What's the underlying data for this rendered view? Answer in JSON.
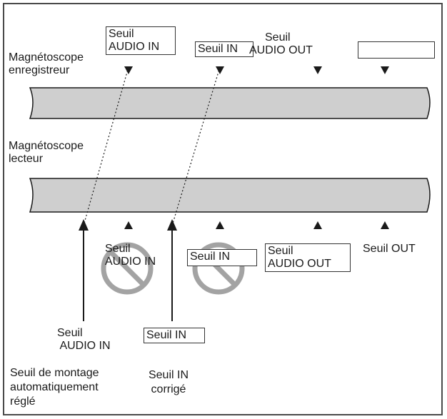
{
  "recorder_label": [
    "Magnétoscope",
    "enregistreur"
  ],
  "player_label": [
    "Magnétoscope",
    "lecteur"
  ],
  "top_marks": {
    "audio_in": [
      "Seuil",
      "AUDIO IN"
    ],
    "in": "Seuil IN",
    "audio_out": [
      "Seuil",
      "AUDIO OUT"
    ],
    "out_blank": ""
  },
  "bottom_marks": {
    "audio_in_prohibited": [
      "Seuil",
      "AUDIO IN"
    ],
    "in_prohibited": "Seuil IN",
    "audio_out": [
      "Seuil",
      "AUDIO OUT"
    ],
    "out": "Seuil OUT"
  },
  "arrow_labels": {
    "auto_audio_in": [
      "Seuil",
      "AUDIO IN"
    ],
    "corrected_in": "Seuil IN"
  },
  "captions": {
    "auto_set": [
      "Seuil de montage",
      "automatiquement",
      "réglé"
    ],
    "corrected": [
      "Seuil IN",
      "corrigé"
    ]
  },
  "colors": {
    "tape": "#cfcfcf",
    "line": "#1a1a1a",
    "prohibit": "#9a9a9a"
  }
}
